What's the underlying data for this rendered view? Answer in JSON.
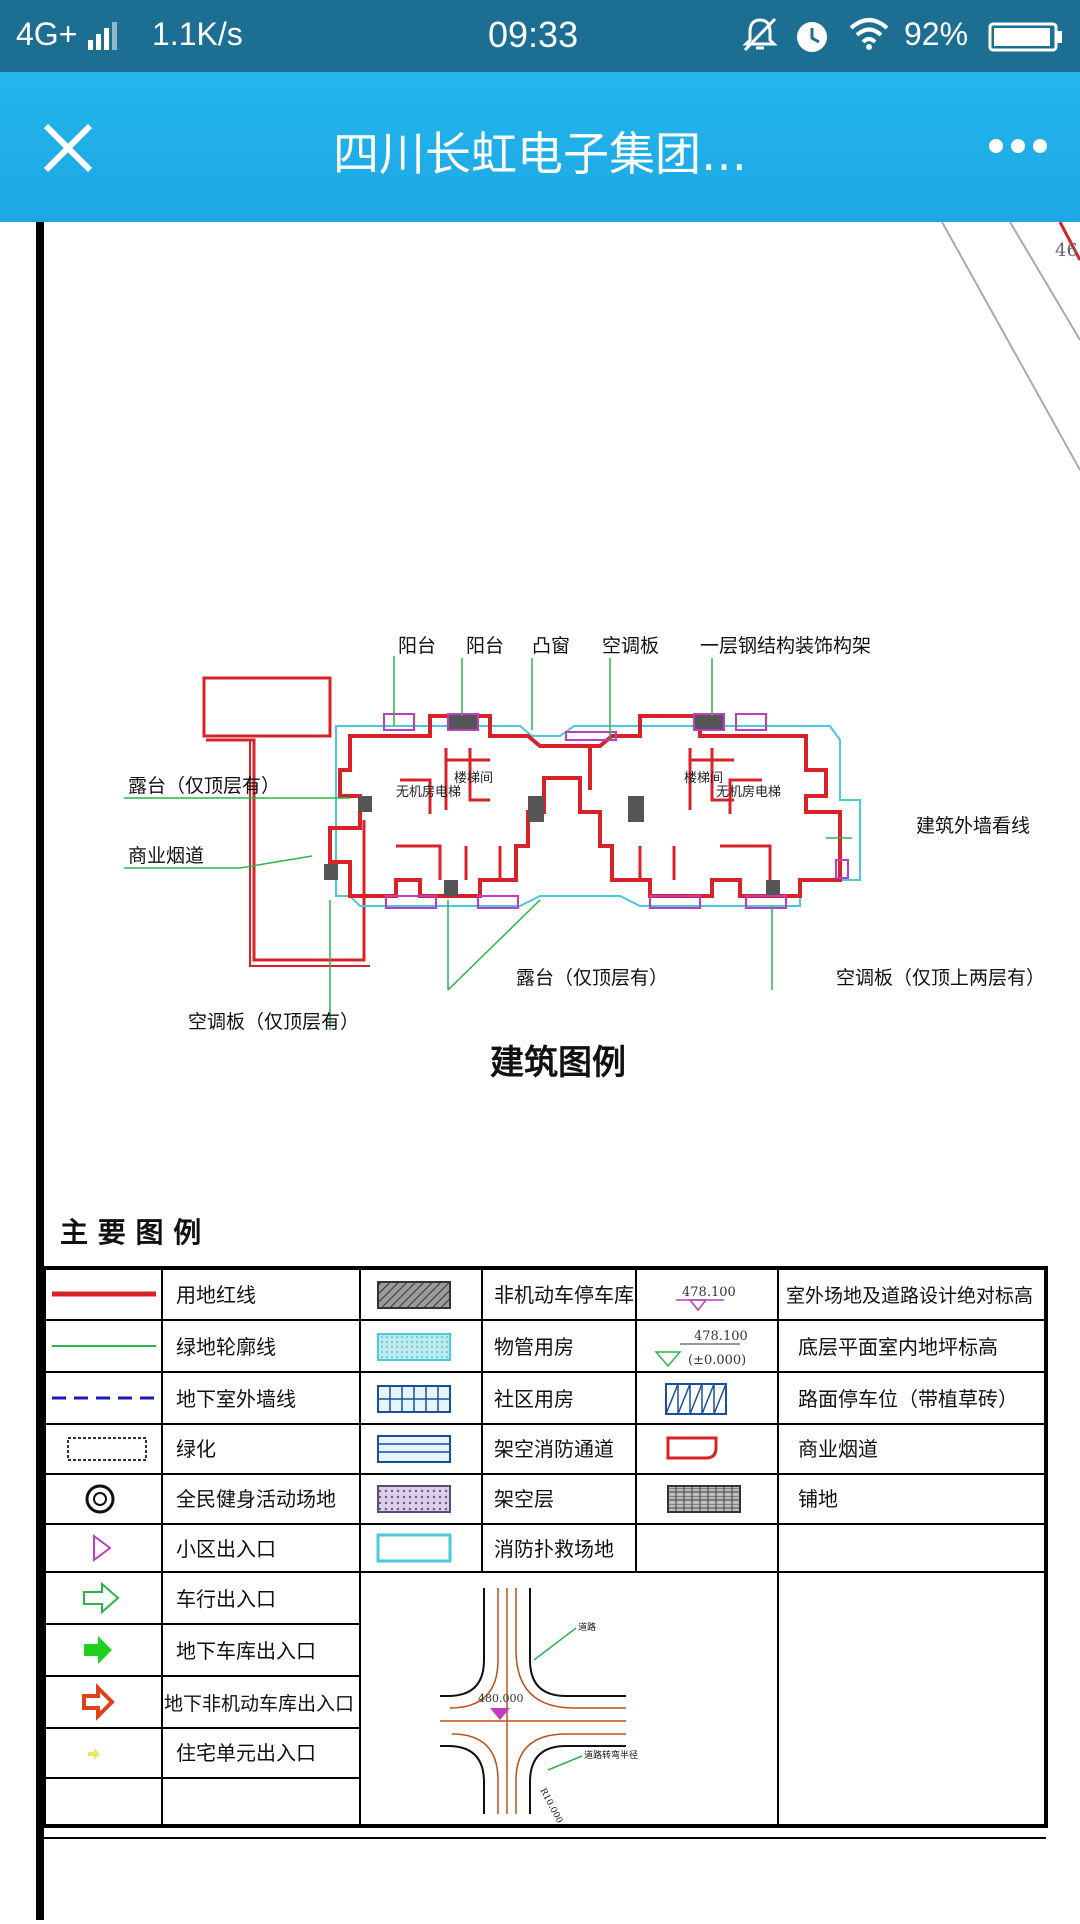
{
  "status_bar": {
    "network": "4G+",
    "speed": "1.1K/s",
    "time": "09:33",
    "battery": "92%"
  },
  "app_bar": {
    "title": "四川长虹电子集团…"
  },
  "plan": {
    "labels": {
      "balcony_1": "阳台",
      "balcony_2": "阳台",
      "bay_window": "凸窗",
      "ac_board": "空调板",
      "steel_frame": "一层钢结构装饰构架",
      "terrace_left": "露台（仅顶层有）",
      "commercial_flue": "商业烟道",
      "facade_line": "建筑外墙看线",
      "terrace_bottom": "露台（仅顶层有）",
      "ac_board_top_two": "空调板（仅顶上两层有）",
      "ac_board_top": "空调板（仅顶层有）",
      "room_elevator_l": "无机房电梯",
      "room_stair_l": "楼梯间",
      "room_stair_r": "楼梯间",
      "room_elevator_r": "无机房电梯",
      "corner_number": "46"
    },
    "caption": "建筑图例"
  },
  "legend": {
    "title": "主 要 图 例",
    "col1": [
      "用地红线",
      "绿地轮廓线",
      "地下室外墙线",
      "绿化",
      "全民健身活动场地",
      "小区出入口",
      "车行出入口",
      "地下车库出入口",
      "地下非机动车库出入口",
      "住宅单元出入口"
    ],
    "col2": [
      "非机动车停车库",
      "物管用房",
      "社区用房",
      "架空消防通道",
      "架空层",
      "消防扑救场地"
    ],
    "col3": [
      "室外场地及道路设计绝对标高",
      "底层平面室内地坪标高",
      "路面停车位（带植草砖）",
      "商业烟道",
      "铺地"
    ],
    "elev1": "478.100",
    "elev2_a": "478.100",
    "elev2_b": "(±0.000)",
    "road_elev": "480.000",
    "road_label_a": "道路",
    "road_label_b": "R10.000",
    "road_label_c": "道路转弯半径"
  },
  "colors": {
    "status_bg": "#1d6e93",
    "appbar_bg": "#1ea7e4",
    "red_line": "#d8222a",
    "green_line": "#2db34a",
    "blue_dash": "#1a1ab8",
    "cyan": "#49c9d9"
  },
  "icons": [
    "signal-icon",
    "mute-icon",
    "alarm-icon",
    "wifi-icon",
    "battery-icon",
    "close-icon",
    "more-icon"
  ]
}
